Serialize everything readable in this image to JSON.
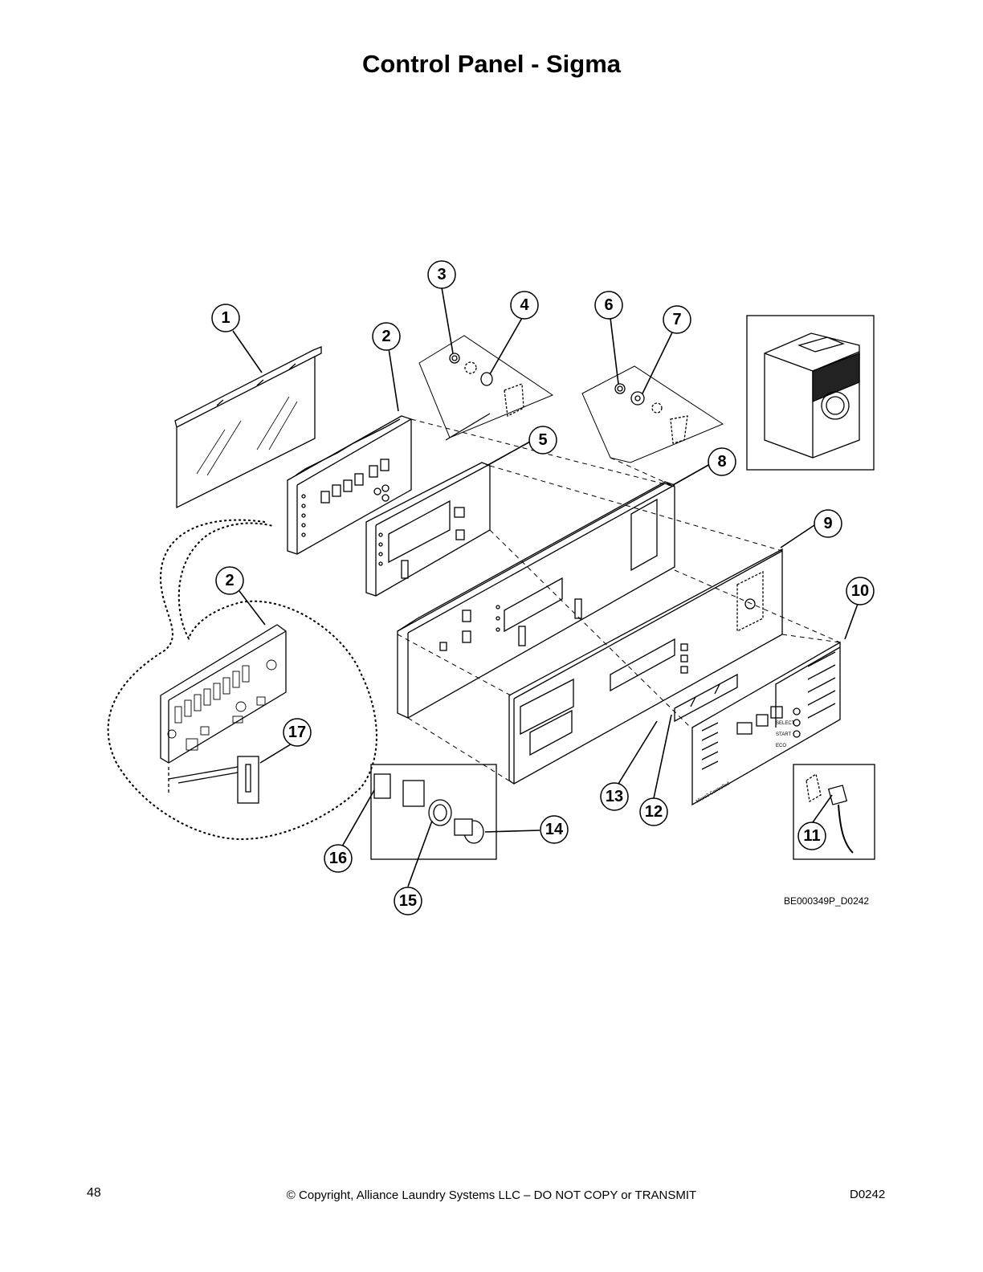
{
  "page": {
    "title": "Control Panel - Sigma",
    "figure_id": "BE000349P_D0242",
    "page_number": "48",
    "copyright": "© Copyright, Alliance Laundry Systems LLC – DO NOT COPY or TRANSMIT",
    "doc_code": "D0242"
  },
  "callouts": [
    "1",
    "2",
    "2",
    "3",
    "4",
    "5",
    "6",
    "7",
    "8",
    "9",
    "10",
    "11",
    "12",
    "13",
    "14",
    "15",
    "16",
    "17"
  ],
  "panel_labels": {
    "select": "SELECT",
    "start": "START",
    "eco": "ECO",
    "brand": "Micro2 Controlled"
  }
}
